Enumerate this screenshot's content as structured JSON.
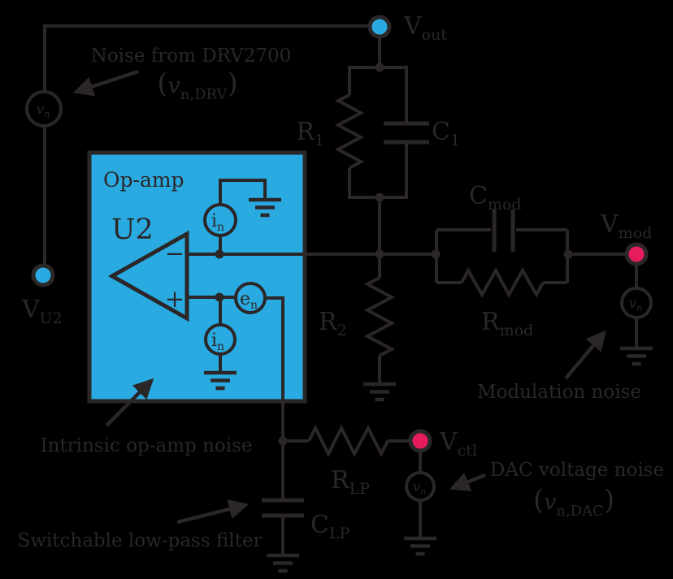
{
  "colors": {
    "background": "#000000",
    "ink": "#2B2627",
    "opamp_box_blue": "#29ABE2",
    "node_blue": "#29ABE2",
    "node_pink": "#E61C5D"
  },
  "opamp": {
    "box_label": "Op-amp",
    "designator": "U2",
    "inverting_symbol": "−",
    "noninverting_symbol": "+"
  },
  "nodes": {
    "vout": {
      "main": "V",
      "sub": "out"
    },
    "vu2": {
      "main": "V",
      "sub": "U2"
    },
    "vmod": {
      "main": "V",
      "sub": "mod"
    },
    "vctl": {
      "main": "V",
      "sub": "ctl"
    }
  },
  "components": {
    "r1": {
      "main": "R",
      "sub": "1"
    },
    "c1": {
      "main": "C",
      "sub": "1"
    },
    "r2": {
      "main": "R",
      "sub": "2"
    },
    "cmod": {
      "main": "C",
      "sub": "mod"
    },
    "rmod": {
      "main": "R",
      "sub": "mod"
    },
    "rlp": {
      "main": "R",
      "sub": "LP"
    },
    "clp": {
      "main": "C",
      "sub": "LP"
    }
  },
  "noise_sources": {
    "in_inverting": {
      "main": "i",
      "sub": "n"
    },
    "in_noninverting": {
      "main": "i",
      "sub": "n"
    },
    "en": {
      "main": "e",
      "sub": "n"
    },
    "vn_drv": {
      "main": "v",
      "sub": "n"
    },
    "vn_mod": {
      "main": "v",
      "sub": "n"
    },
    "vn_dac": {
      "main": "v",
      "sub": "n"
    }
  },
  "annotations": {
    "drv_label": "Noise from DRV2700",
    "drv_formula": {
      "open": "(",
      "var": "v",
      "sub": "n,DRV",
      "close": ")"
    },
    "intrinsic_label": "Intrinsic op-amp noise",
    "switchable_label": "Switchable low-pass filter",
    "modulation_label": "Modulation noise",
    "dac_label": "DAC voltage noise",
    "dac_formula": {
      "open": "(",
      "var": "v",
      "sub": "n,DAC",
      "close": ")"
    }
  }
}
